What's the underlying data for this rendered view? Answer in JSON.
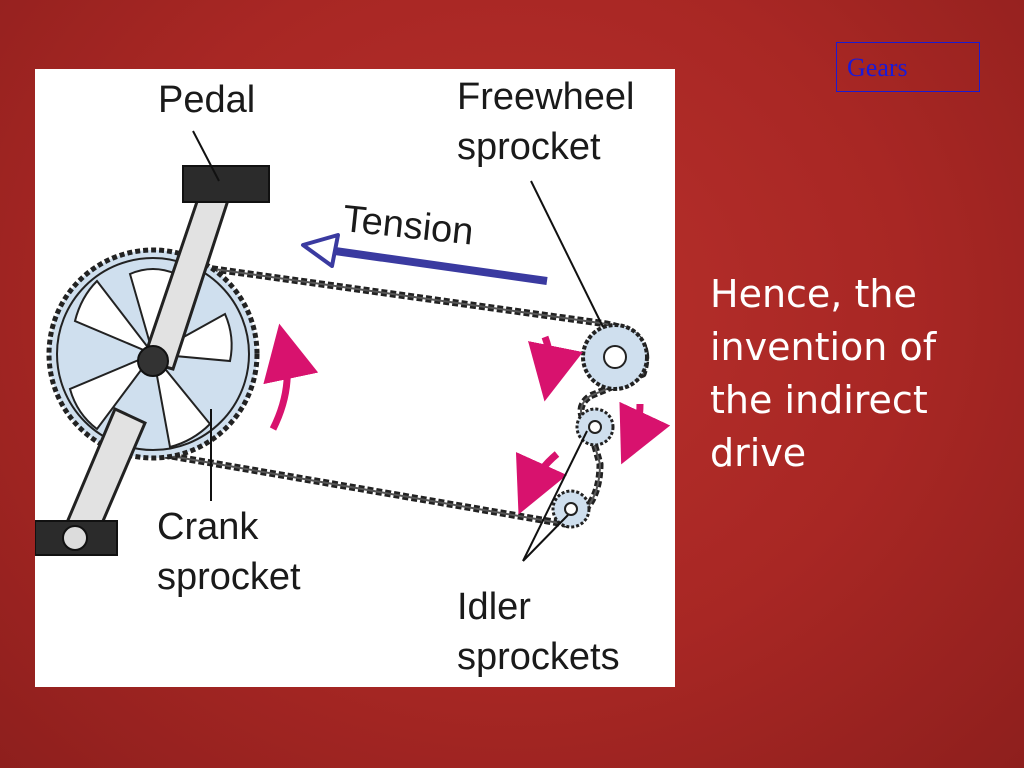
{
  "header": {
    "link_label": "Gears"
  },
  "diagram": {
    "labels": {
      "pedal": "Pedal",
      "freewheel_line1": "Freewheel",
      "freewheel_line2": "sprocket",
      "tension": "Tension",
      "crank_line1": "Crank",
      "crank_line2": "sprocket",
      "idler_line1": "Idler",
      "idler_line2": "sprockets"
    },
    "colors": {
      "sprocket_fill": "#cfdfee",
      "chain": "#222222",
      "tension_arrow": "#3a3aa0",
      "rotation_arrows": "#d8126e",
      "crank_arm": "#dcdcdc"
    }
  },
  "body": {
    "lines": [
      "Hence, the",
      "invention of",
      "the indirect",
      "drive"
    ]
  }
}
